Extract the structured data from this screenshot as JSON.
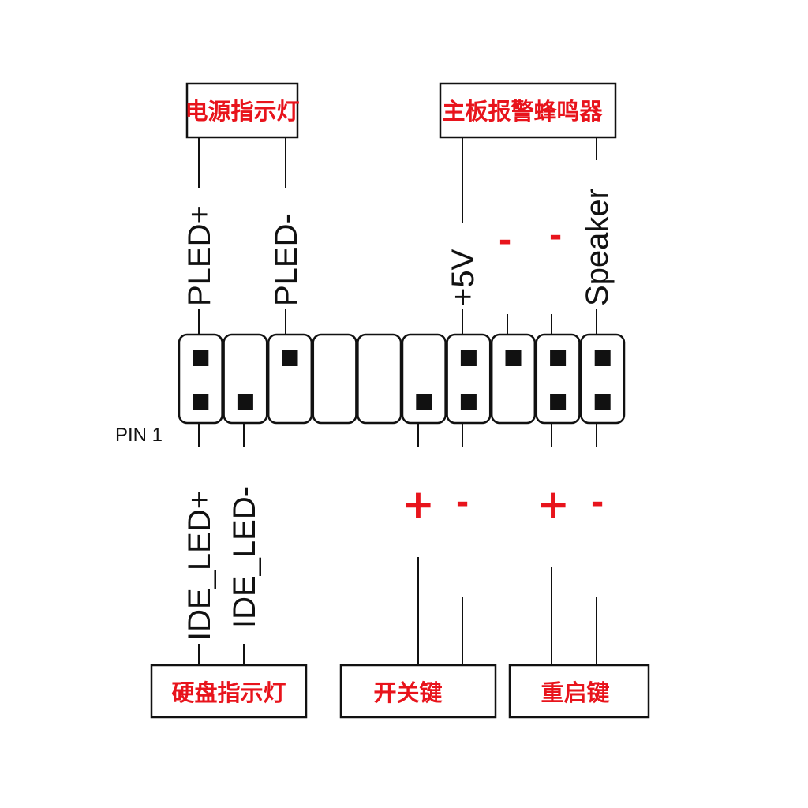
{
  "top_labels": {
    "power_led": "电源指示灯",
    "speaker": "主板报警蜂鸣器"
  },
  "bottom_labels": {
    "hdd_led": "硬盘指示灯",
    "power_switch": "开关键",
    "reset_switch": "重启键"
  },
  "pin_labels": {
    "pled_plus": "PLED+",
    "pled_minus": "PLED-",
    "plus_5v": "+5V",
    "speaker": "Speaker",
    "ide_led_plus": "IDE_LED+",
    "ide_led_minus": "IDE_LED-",
    "pin1": "PIN 1"
  },
  "signs": {
    "top_minus_1": "-",
    "top_minus_2": "-",
    "power_plus": "+",
    "power_minus": "-",
    "reset_plus": "+",
    "reset_minus": "-"
  },
  "header": {
    "columns": 10,
    "rows": 2,
    "top_pins_present": [
      true,
      false,
      true,
      false,
      false,
      false,
      true,
      true,
      true,
      true
    ],
    "bottom_pins_present": [
      true,
      true,
      false,
      false,
      false,
      true,
      true,
      false,
      true,
      true
    ]
  }
}
